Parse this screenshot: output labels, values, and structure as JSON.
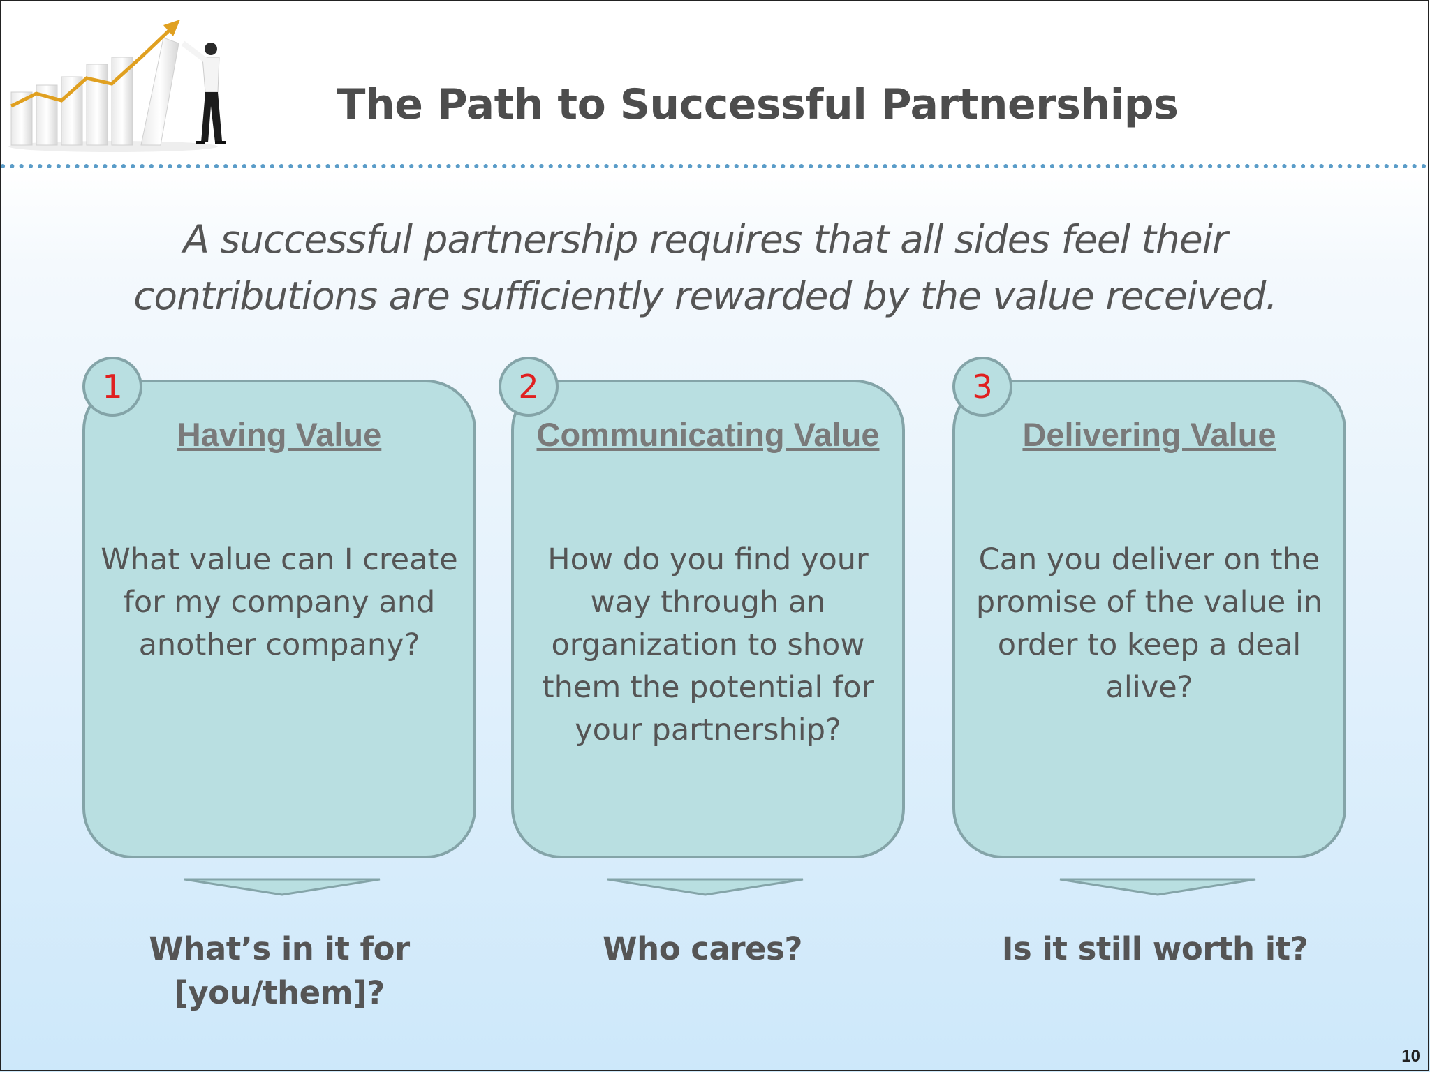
{
  "slide": {
    "title": "The Path to Successful Partnerships",
    "subtitle": "A successful partnership requires that all sides feel their contributions are sufficiently rewarded by the value received.",
    "page_number": "10"
  },
  "steps": [
    {
      "number": "1",
      "heading": "Having Value",
      "body": "What value can I create for my company and another company?",
      "answer": "What’s in it for [you/them]?"
    },
    {
      "number": "2",
      "heading": "Communicating Value",
      "body": "How do you find your way through an organization to show them the potential for your partnership?",
      "answer": "Who cares?"
    },
    {
      "number": "3",
      "heading": "Delivering Value",
      "body": "Can you deliver on the promise of the value in order to keep a deal alive?",
      "answer": "Is it still worth it?"
    }
  ],
  "colors": {
    "card_fill": "#b9dfe1",
    "card_border": "#84a4a8",
    "badge_number": "#e02020",
    "dots": "#5a9cc8",
    "text": "#555555"
  },
  "icons": {
    "logo": "growth-bar-chart-businessman-icon"
  }
}
